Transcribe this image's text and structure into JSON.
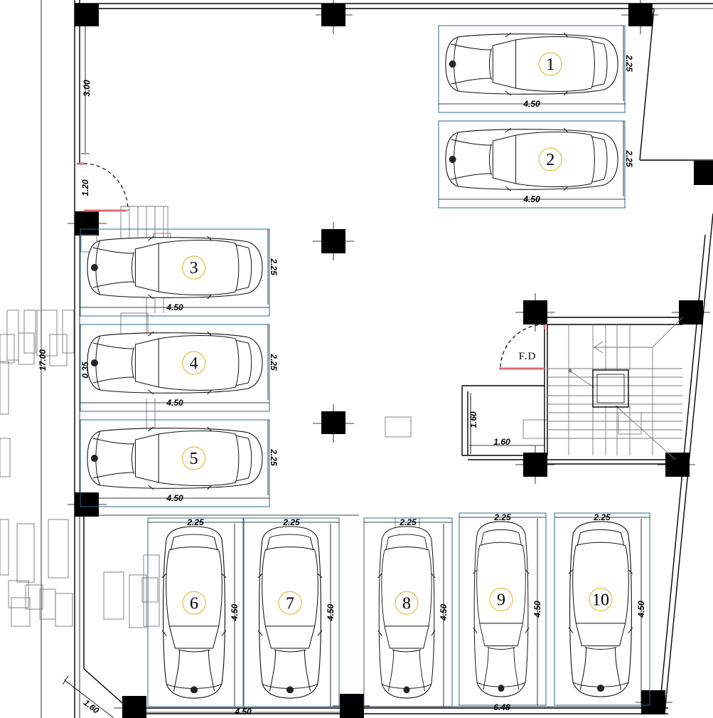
{
  "plan": {
    "total_height_label": "17.00",
    "top_dim_label": "3.00",
    "door_dim_label": "1.20",
    "door_label": "F.D",
    "shaft_dims": [
      "1.60",
      "1.60"
    ],
    "corner_dim_label": "1.60",
    "small_dim_label": "0.35",
    "bottom_dims": [
      "4.50",
      "6.48"
    ]
  },
  "parking": [
    {
      "number": "1",
      "length": "4.50",
      "width": "2.25",
      "orientation": "horizontal"
    },
    {
      "number": "2",
      "length": "4.50",
      "width": "2.25",
      "orientation": "horizontal"
    },
    {
      "number": "3",
      "length": "4.50",
      "width": "2.25",
      "orientation": "horizontal"
    },
    {
      "number": "4",
      "length": "4.50",
      "width": "2.25",
      "orientation": "horizontal"
    },
    {
      "number": "5",
      "length": "4.50",
      "width": "2.25",
      "orientation": "horizontal"
    },
    {
      "number": "6",
      "length": "4.50",
      "width": "2.25",
      "orientation": "vertical"
    },
    {
      "number": "7",
      "length": "4.50",
      "width": "2.25",
      "orientation": "vertical"
    },
    {
      "number": "8",
      "length": "4.50",
      "width": "2.25",
      "orientation": "vertical"
    },
    {
      "number": "9",
      "length": "4.50",
      "width": "2.25",
      "orientation": "vertical"
    },
    {
      "number": "10",
      "length": "4.50",
      "width": "2.25",
      "orientation": "vertical"
    }
  ]
}
